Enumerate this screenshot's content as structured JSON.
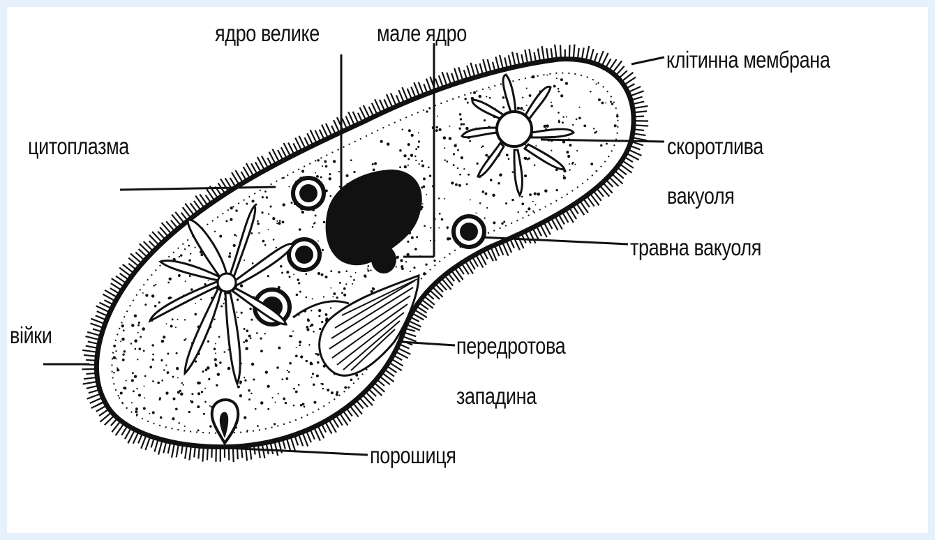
{
  "labels": {
    "nucleus_large": "ядро велике",
    "nucleus_small": "мале ядро",
    "cell_membrane": "клітинна мембрана",
    "cytoplasm": "цитоплазма",
    "contractile_vacuole_1": "скоротлива",
    "contractile_vacuole_2": "вакуоля",
    "digestive_vacuole": "травна вакуоля",
    "cilia": "війки",
    "oral_groove_1": "передротова",
    "oral_groove_2": "западина",
    "anal_pore": "порошиця"
  },
  "colors": {
    "ink": "#111111",
    "frame": "#e6f1fb",
    "background": "#ffffff"
  }
}
